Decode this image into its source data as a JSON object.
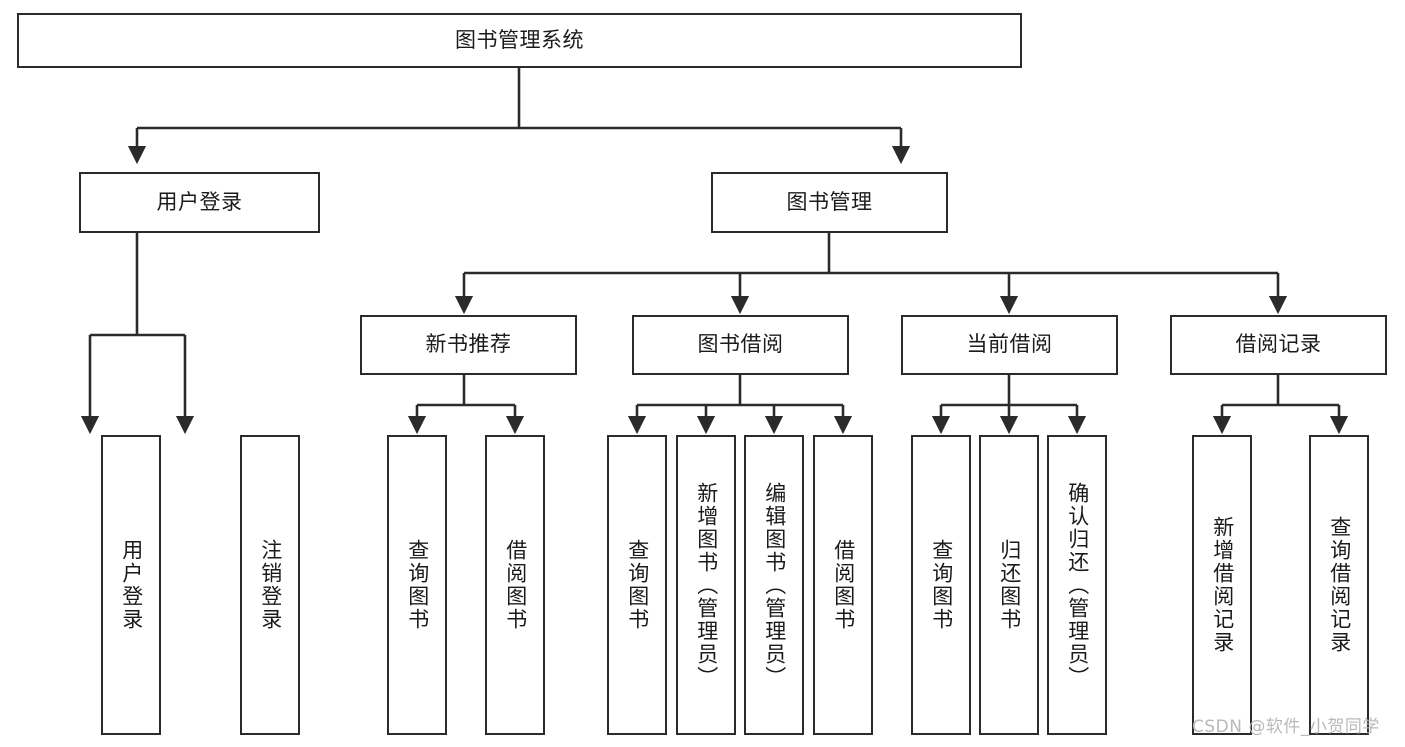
{
  "diagram": {
    "title": "图书管理系统",
    "type": "tree-hierarchy",
    "root": {
      "label": "图书管理系统"
    },
    "level2": [
      {
        "label": "用户登录"
      },
      {
        "label": "图书管理"
      }
    ],
    "level3": [
      {
        "label": "新书推荐"
      },
      {
        "label": "图书借阅"
      },
      {
        "label": "当前借阅"
      },
      {
        "label": "借阅记录"
      }
    ],
    "leaves": {
      "user_login": [
        {
          "label": "用户登录"
        },
        {
          "label": "注销登录"
        }
      ],
      "new_book_recommend": [
        {
          "label": "查询图书"
        },
        {
          "label": "借阅图书"
        }
      ],
      "book_borrow": [
        {
          "label": "查询图书"
        },
        {
          "label": "新增图书（管理员）"
        },
        {
          "label": "编辑图书（管理员）"
        },
        {
          "label": "借阅图书"
        }
      ],
      "current_borrow": [
        {
          "label": "查询图书"
        },
        {
          "label": "归还图书"
        },
        {
          "label": "确认归还（管理员）"
        }
      ],
      "borrow_record": [
        {
          "label": "新增借阅记录"
        },
        {
          "label": "查询借阅记录"
        }
      ]
    }
  },
  "watermark": {
    "text": "CSDN @软件_小贺同学"
  },
  "colors": {
    "background": "#ffffff",
    "border": "#2b2b2b",
    "text": "#1b1b1b",
    "edge": "#2b2b2b",
    "watermark": "#b9b9b9"
  }
}
